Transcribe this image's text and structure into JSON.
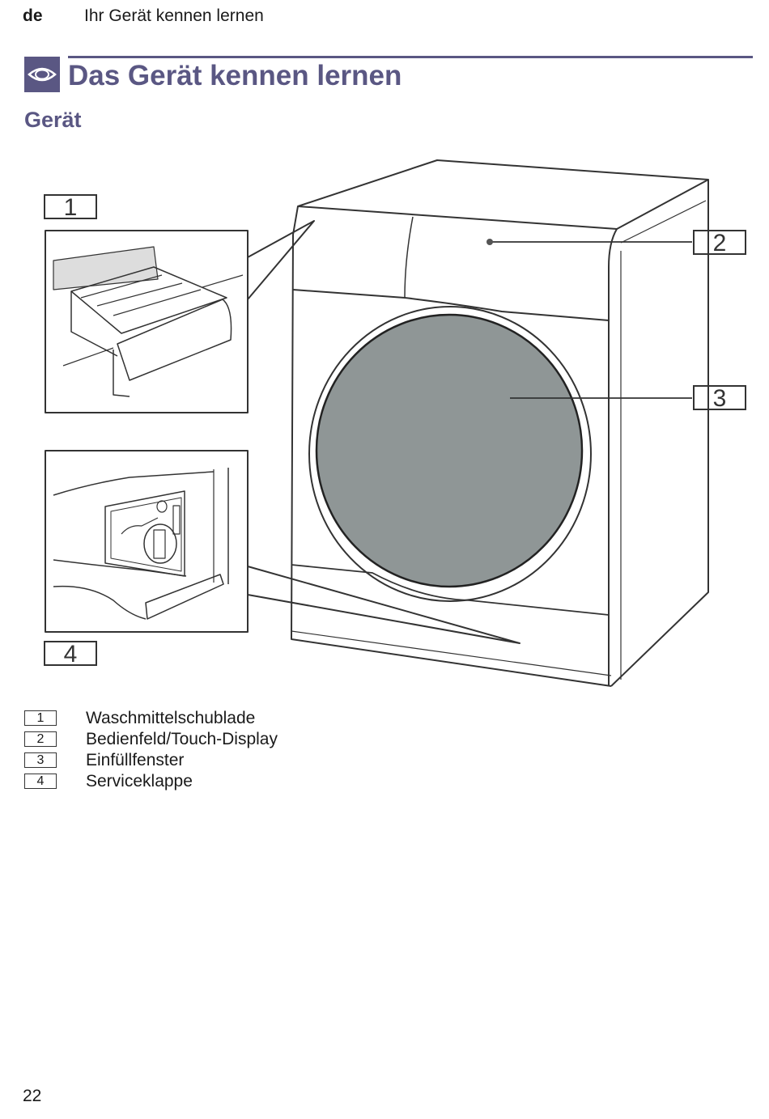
{
  "header": {
    "lang": "de",
    "running_title": "Ihr Gerät kennen lernen"
  },
  "title": {
    "icon": "eye-icon",
    "text": "Das Gerät kennen lernen",
    "accent_color": "#5a5783"
  },
  "section": {
    "title": "Gerät"
  },
  "figure": {
    "callouts": [
      "1",
      "2",
      "3",
      "4"
    ],
    "window_color": "#8f9696"
  },
  "legend": [
    {
      "num": "1",
      "label": "Waschmittelschublade"
    },
    {
      "num": "2",
      "label": "Bedienfeld/Touch-Display"
    },
    {
      "num": "3",
      "label": "Einfüllfenster"
    },
    {
      "num": "4",
      "label": "Serviceklappe"
    }
  ],
  "footer": {
    "page_number": "22"
  }
}
